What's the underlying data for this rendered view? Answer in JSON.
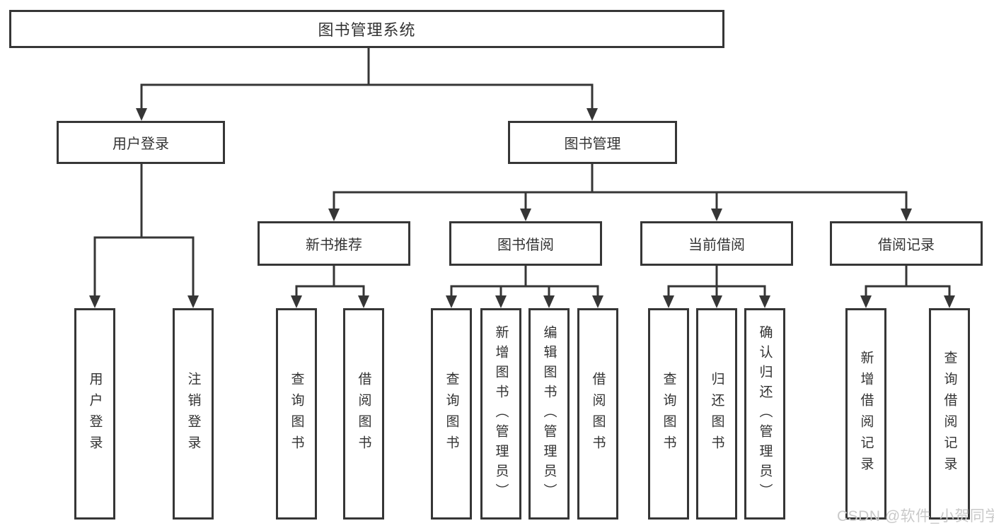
{
  "diagram": {
    "title": "图书管理系统",
    "branches": [
      {
        "label": "用户登录",
        "children": [
          {
            "label": "用户登录"
          },
          {
            "label": "注销登录"
          }
        ]
      },
      {
        "label": "图书管理",
        "children": [
          {
            "label": "新书推荐",
            "children": [
              {
                "label": "查询图书"
              },
              {
                "label": "借阅图书"
              }
            ]
          },
          {
            "label": "图书借阅",
            "children": [
              {
                "label": "查询图书"
              },
              {
                "label": "新增图书（管理员）"
              },
              {
                "label": "编辑图书（管理员）"
              },
              {
                "label": "借阅图书"
              }
            ]
          },
          {
            "label": "当前借阅",
            "children": [
              {
                "label": "查询图书"
              },
              {
                "label": "归还图书"
              },
              {
                "label": "确认归还（管理员）"
              }
            ]
          },
          {
            "label": "借阅记录",
            "children": [
              {
                "label": "新增借阅记录"
              },
              {
                "label": "查询借阅记录"
              }
            ]
          }
        ]
      }
    ]
  },
  "watermark": {
    "text": "CSDN @软件_小贺同学"
  },
  "colors": {
    "line": "#363636",
    "box_border": "#363636",
    "text": "#333333",
    "watermark": "#c9c9c9",
    "background": "#ffffff"
  }
}
